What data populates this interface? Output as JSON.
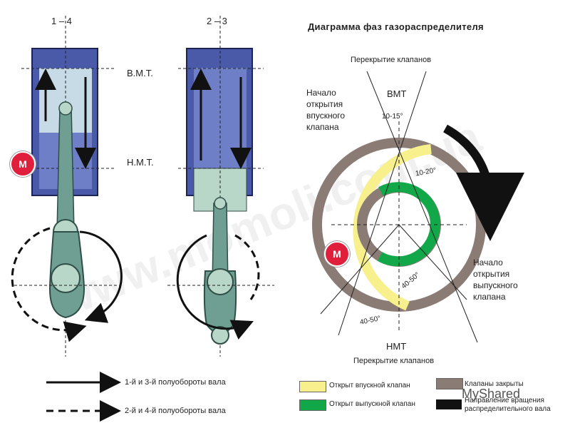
{
  "left": {
    "col1_label": "1 – 4",
    "col2_label": "2 – 3",
    "tdc": "В.М.Т.",
    "bdc": "Н.М.Т.",
    "legend_solid": "1-й и 3-й полуобороты вала",
    "legend_dashed": "2-й и 4-й полуобороты вала"
  },
  "right": {
    "title": "Диаграмма фаз газораспределителя",
    "overlap_top": "Перекрытие клапанов",
    "overlap_bottom": "Перекрытие клапанов",
    "vmt": "ВМТ",
    "nmt": "НМТ",
    "intake_start": [
      "Начало",
      "открытия",
      "впускного",
      "клапана"
    ],
    "exhaust_start": [
      "Начало",
      "открытия",
      "выпускного",
      "клапана"
    ],
    "angle_1": "10-15°",
    "angle_2": "10-20°",
    "angle_3": "40-50°",
    "angle_4": "40-50°"
  },
  "legend": {
    "intake_open": "Открыт впускной клапан",
    "exhaust_open": "Открыт выпускной клапан",
    "closed": "Клапаны закрыты",
    "rotation": [
      "Направление вращения",
      "распределительного вала"
    ]
  },
  "colors": {
    "intake": "#f7f08c",
    "exhaust": "#12a84a",
    "closed": "#8a7b75",
    "cylinder": "#4a5aa8",
    "rod": "#6f9e93",
    "piston": "#b9d7c8"
  },
  "watermark": "www.momoli.com.ua",
  "badge": "MyShared",
  "logo_text": "M"
}
